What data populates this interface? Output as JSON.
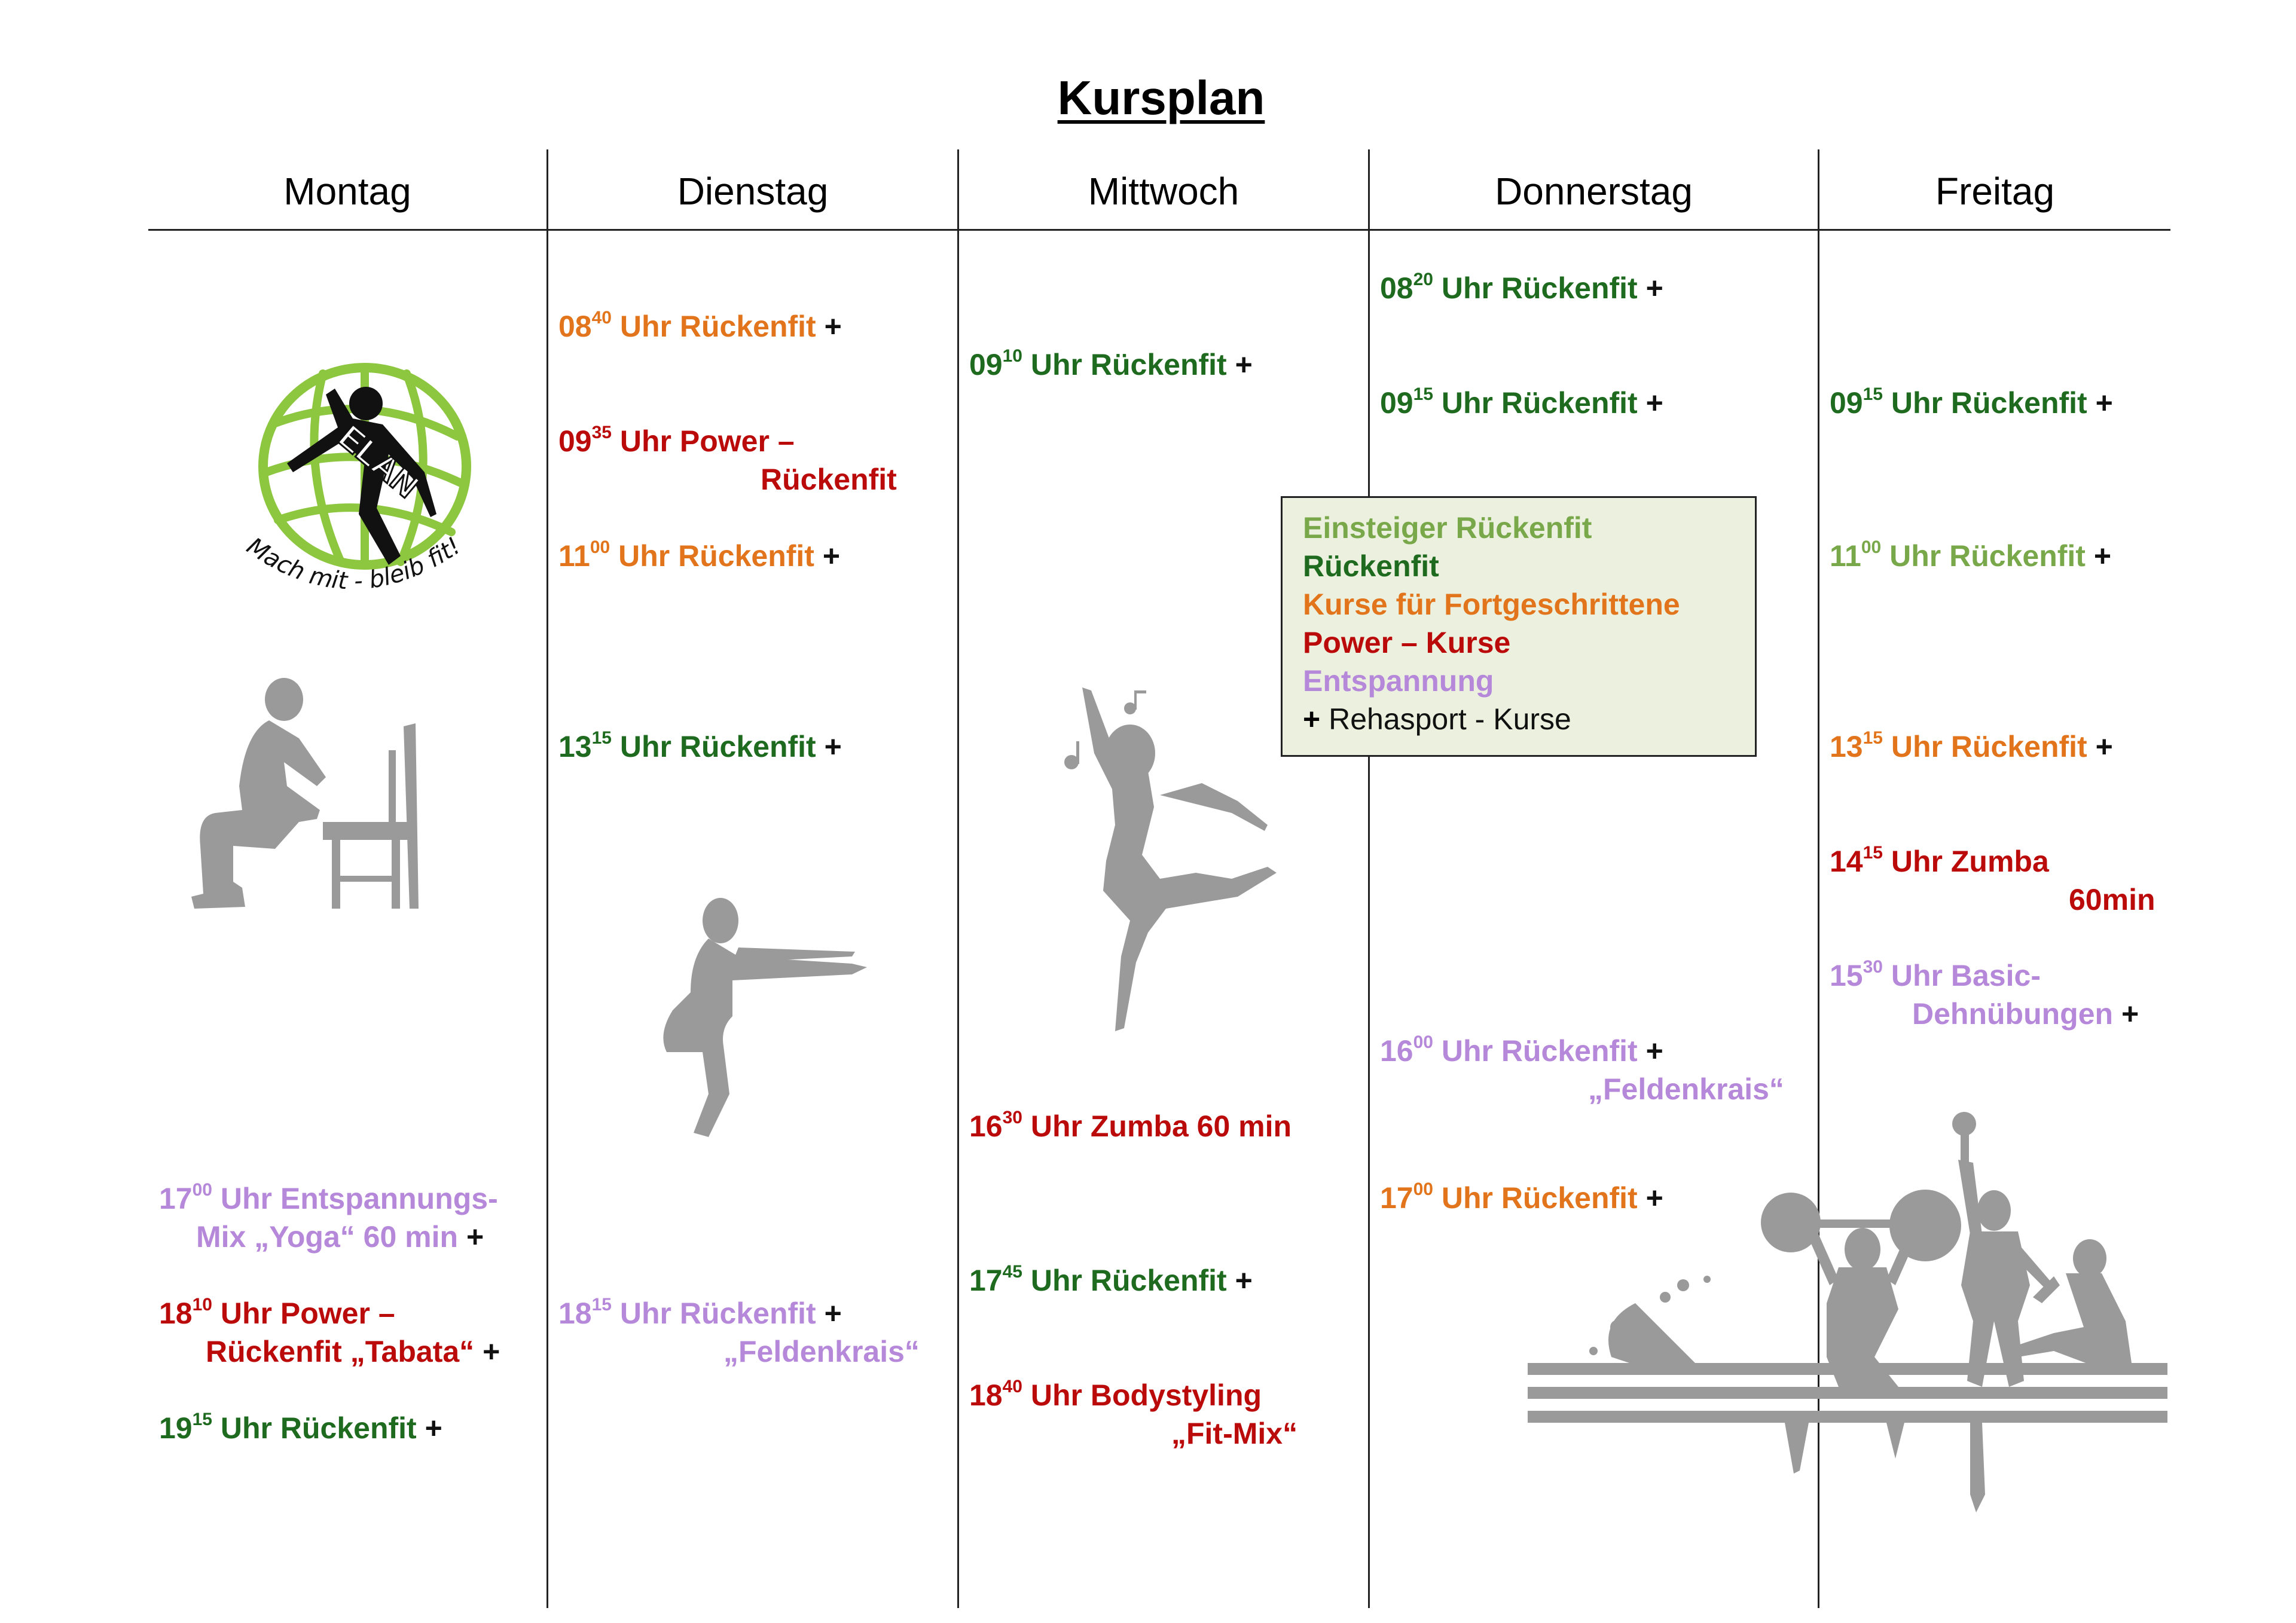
{
  "title": "Kursplan",
  "days": [
    "Montag",
    "Dienstag",
    "Mittwoch",
    "Donnerstag",
    "Freitag"
  ],
  "logo": {
    "name": "ELAN",
    "slogan": "Mach mit - bleib fit!"
  },
  "colors": {
    "green": "#1e6a1f",
    "light_green": "#79a84a",
    "orange": "#e2741b",
    "red": "#bb0a0a",
    "purple": "#b688da",
    "legend_bg": "#ebf1de"
  },
  "legend": [
    {
      "text": "Einsteiger Rückenfit",
      "color": "light_green"
    },
    {
      "text": "Rückenfit",
      "color": "green"
    },
    {
      "text": "Kurse für Fortgeschrittene",
      "color": "orange"
    },
    {
      "text": "Power – Kurse",
      "color": "red"
    },
    {
      "text": "Entspannung",
      "color": "purple"
    },
    {
      "plus": "+",
      "text": " Rehasport - Kurse",
      "color": "black"
    }
  ],
  "schedule": {
    "montag": [
      {
        "hour": "17",
        "min": "00",
        "line1": " Uhr Entspannungs-",
        "line2": "Mix  „Yoga“ 60 min",
        "plus": "+",
        "color": "purple"
      },
      {
        "hour": "18",
        "min": "10",
        "line1": " Uhr Power –",
        "line2": "Rückenfit „Tabata“",
        "plus": "+",
        "color": "red"
      },
      {
        "hour": "19",
        "min": "15",
        "line1": " Uhr Rückenfit",
        "plus": "+",
        "color": "green"
      }
    ],
    "dienstag": [
      {
        "hour": "08",
        "min": "40",
        "line1": " Uhr Rückenfit",
        "plus": "+",
        "color": "orange"
      },
      {
        "hour": "09",
        "min": "35",
        "line1": " Uhr Power –",
        "line2": "Rückenfit",
        "color": "red"
      },
      {
        "hour": "11",
        "min": "00",
        "line1": " Uhr Rückenfit",
        "plus": "+",
        "color": "orange"
      },
      {
        "hour": "13",
        "min": "15",
        "line1": " Uhr Rückenfit",
        "plus": "+",
        "color": "green"
      },
      {
        "hour": "18",
        "min": "15",
        "line1": " Uhr Rückenfit",
        "plus": "+",
        "line2": "„Feldenkrais“",
        "color": "purple"
      }
    ],
    "mittwoch": [
      {
        "hour": "09",
        "min": "10",
        "line1": " Uhr Rückenfit",
        "plus": "+",
        "color": "green"
      },
      {
        "hour": "16",
        "min": "30",
        "line1": " Uhr Zumba 60 min",
        "color": "red"
      },
      {
        "hour": "17",
        "min": "45",
        "line1": " Uhr Rückenfit",
        "plus": "+",
        "color": "green"
      },
      {
        "hour": "18",
        "min": "40",
        "line1": " Uhr Bodystyling",
        "line2": "„Fit-Mix“",
        "color": "red"
      }
    ],
    "donnerstag": [
      {
        "hour": "08",
        "min": "20",
        "line1": " Uhr Rückenfit",
        "plus": "+",
        "color": "green"
      },
      {
        "hour": "09",
        "min": "15",
        "line1": " Uhr Rückenfit",
        "plus": "+",
        "color": "green"
      },
      {
        "hour": "16",
        "min": "00",
        "line1": " Uhr Rückenfit",
        "plus": "+",
        "line2": "„Feldenkrais“",
        "color": "purple"
      },
      {
        "hour": "17",
        "min": "00",
        "line1": " Uhr Rückenfit",
        "plus": "+",
        "color": "orange"
      }
    ],
    "freitag": [
      {
        "hour": "09",
        "min": "15",
        "line1": " Uhr Rückenfit",
        "plus": "+",
        "color": "green"
      },
      {
        "hour": "11",
        "min": "00",
        "line1": " Uhr Rückenfit",
        "plus": "+",
        "color": "light_green"
      },
      {
        "hour": "13",
        "min": "15",
        "line1": " Uhr Rückenfit",
        "plus": "+",
        "color": "orange"
      },
      {
        "hour": "14",
        "min": "15",
        "line1": " Uhr Zumba",
        "line2": "60min",
        "color": "red"
      },
      {
        "hour": "15",
        "min": "30",
        "line1": " Uhr Basic-",
        "line2": "Dehnübungen",
        "plus2": "+",
        "color": "purple"
      }
    ]
  }
}
